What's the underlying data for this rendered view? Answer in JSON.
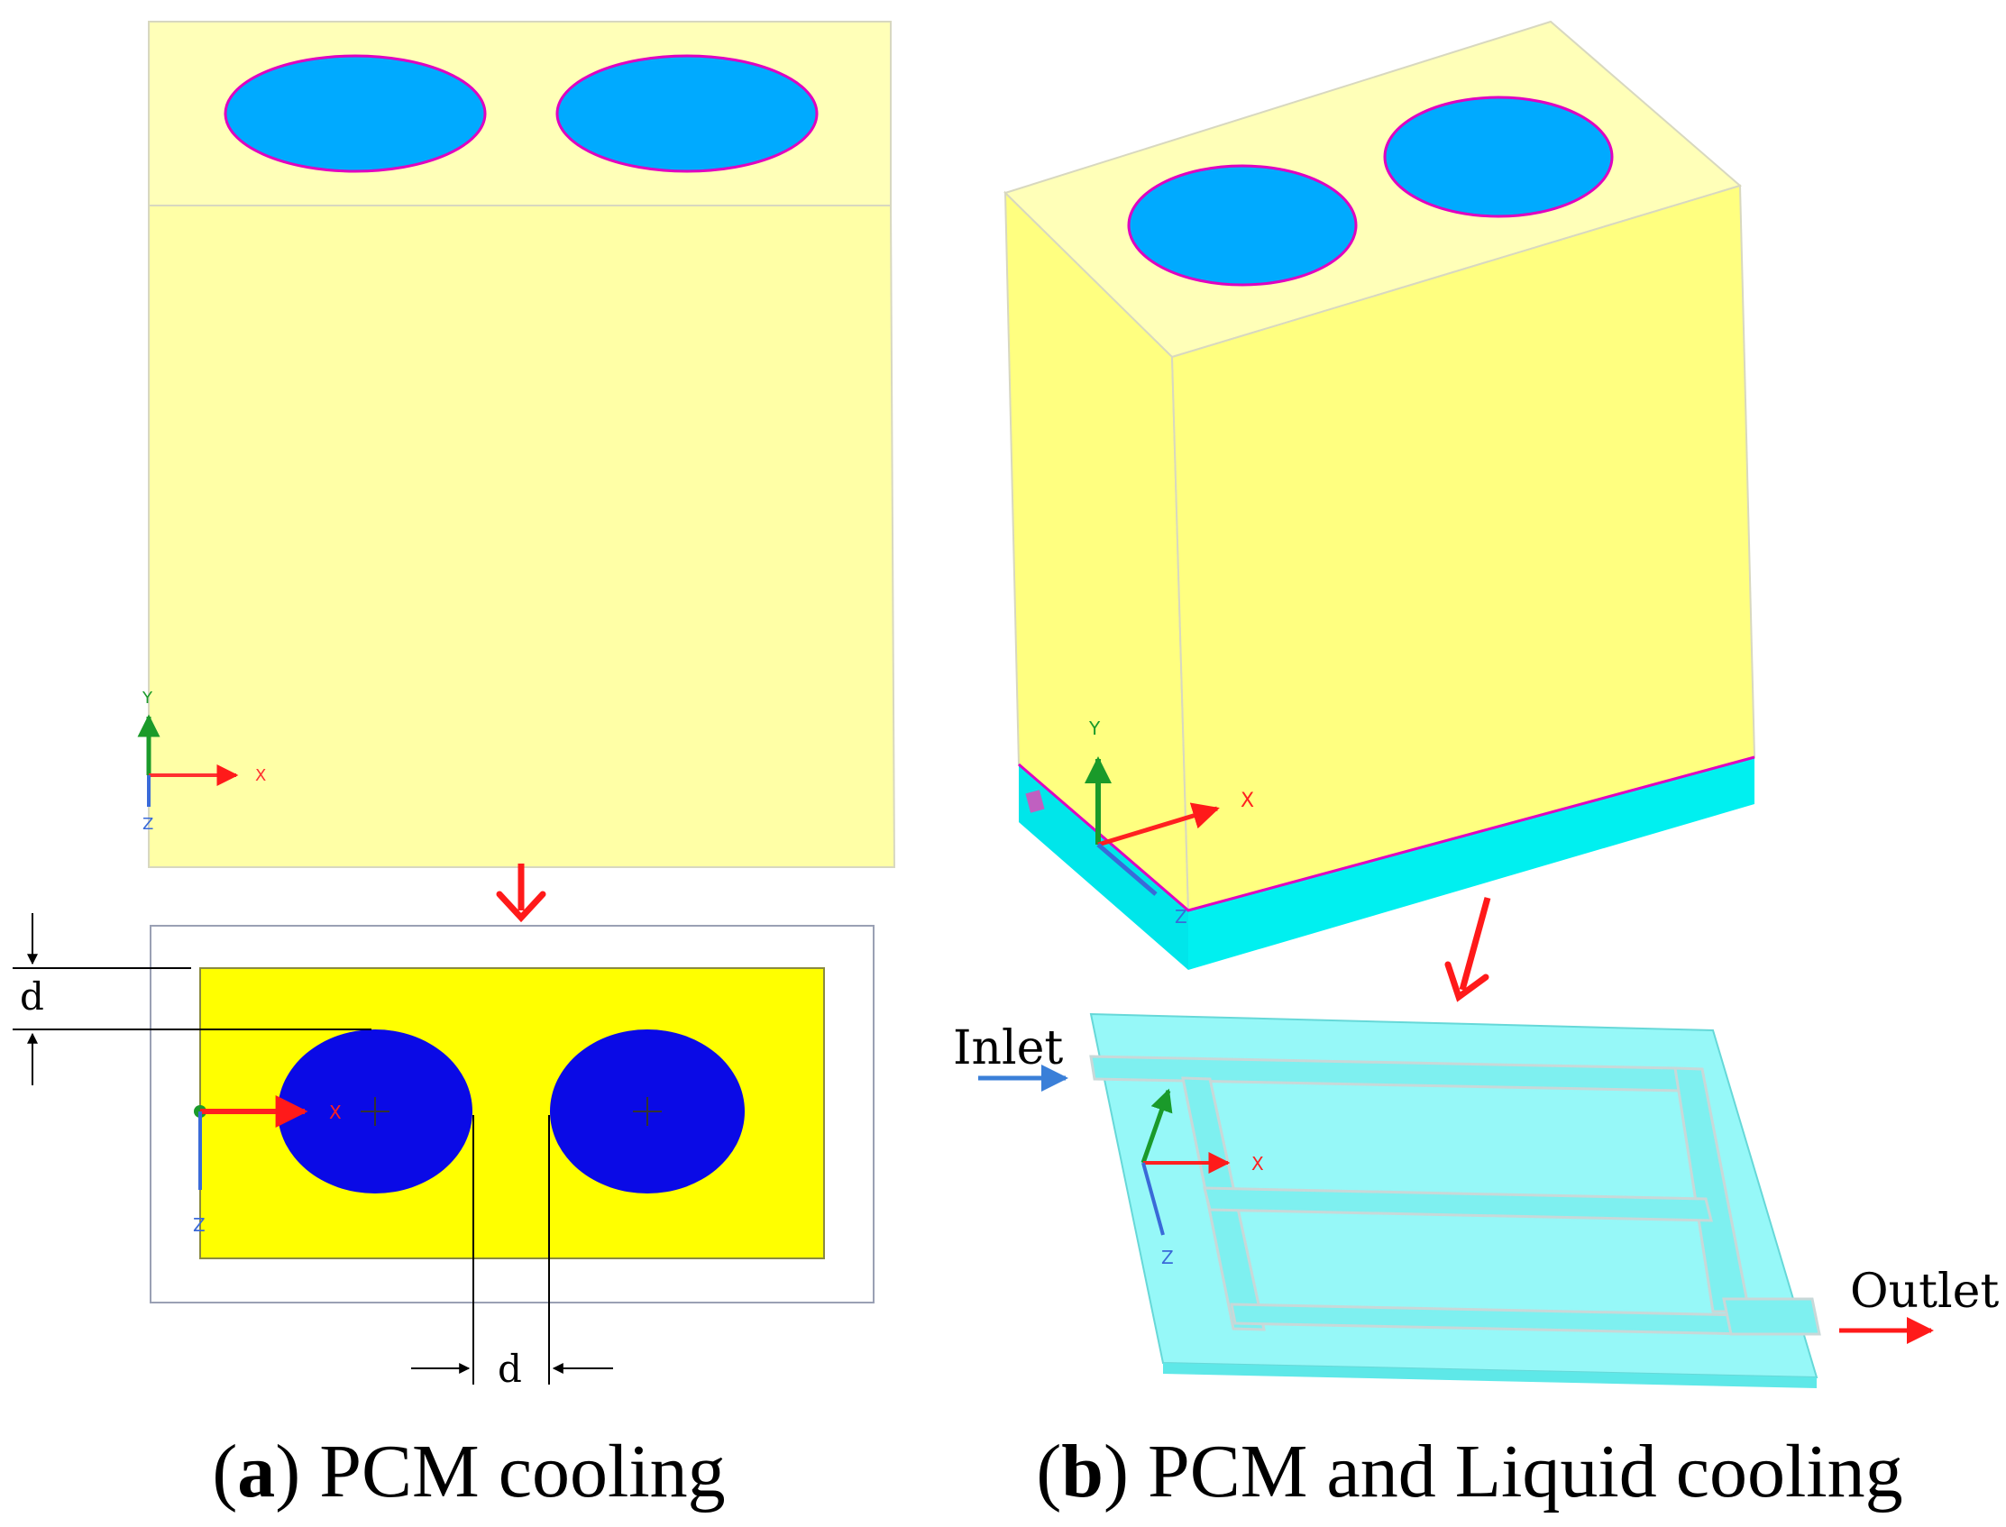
{
  "panel_a": {
    "caption_letter": "a",
    "caption_text": "PCM cooling",
    "dimension_label_vertical": "d",
    "dimension_label_horizontal": "d",
    "axes_3d": {
      "y": "Y",
      "x": "X",
      "z": "Z"
    },
    "axes_2d": {
      "x": "X",
      "z": "Z"
    }
  },
  "panel_b": {
    "caption_letter": "b",
    "caption_text": "PCM and Liquid cooling",
    "inlet_label": "Inlet",
    "outlet_label": "Outlet",
    "axes_3d": {
      "y": "Y",
      "x": "X",
      "z": "Z"
    },
    "axes_plate": {
      "x": "X",
      "z": "Z"
    }
  },
  "colors": {
    "pcm_light": "#ffffa6",
    "pcm_top": "#ffffb8",
    "pcm_section": "#ffff00",
    "cell_light": "#00aaff",
    "cell_section": "#0a0ae6",
    "coolant_plate": "#96f8f8",
    "coolant_band": "#00f0f0",
    "flow_arrow_red": "#ff1a1a",
    "inlet_arrow_blue": "#3a7fd8",
    "outline_magenta": "#e000c0"
  }
}
